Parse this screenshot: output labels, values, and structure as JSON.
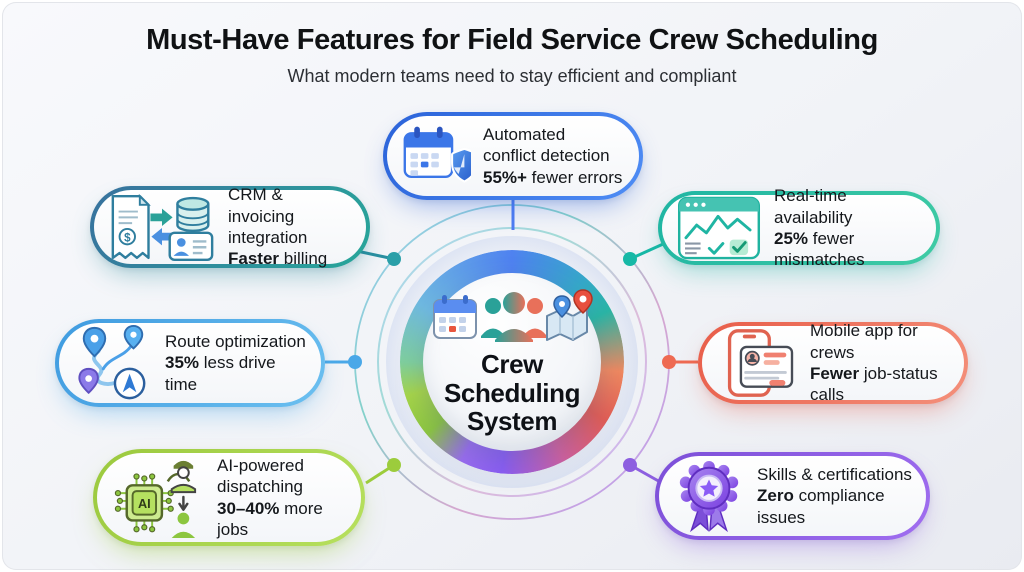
{
  "header": {
    "title": "Must-Have Features for Field Service Crew Scheduling",
    "subtitle": "What modern teams need to stay efficient and compliant"
  },
  "center": {
    "lines": [
      "Crew",
      "Scheduling",
      "System"
    ],
    "icons": [
      "calendar-icon",
      "crew-people-icon",
      "map-pins-icon"
    ]
  },
  "features": [
    {
      "id": "automated-conflict-detection",
      "icon": "calendar-shield-icon",
      "accent": "#2b63d9",
      "lines": [
        "Automated",
        "conflict detection"
      ],
      "stat_bold": "55%+",
      "stat_rest": " fewer errors"
    },
    {
      "id": "crm-invoicing-integration",
      "icon": "invoice-sync-icon",
      "accent": "#2f7e9e",
      "lines": [
        "CRM & invoicing",
        "integration"
      ],
      "stat_bold": "Faster",
      "stat_rest": " billing"
    },
    {
      "id": "real-time-availability",
      "icon": "availability-chart-icon",
      "accent": "#1fb5a3",
      "lines": [
        "Real-time availability"
      ],
      "stat_bold": "25%",
      "stat_rest": " fewer mismatches"
    },
    {
      "id": "route-optimization",
      "icon": "route-map-icon",
      "accent": "#4aa8e8",
      "lines": [
        "Route optimization"
      ],
      "stat_bold": "35%",
      "stat_rest": " less drive time"
    },
    {
      "id": "mobile-app-for-crews",
      "icon": "mobile-app-icon",
      "accent": "#e8614d",
      "lines": [
        "Mobile app for crews"
      ],
      "stat_bold": "Fewer",
      "stat_rest": " job-status calls"
    },
    {
      "id": "ai-powered-dispatching",
      "icon": "ai-chip-dispatch-icon",
      "accent": "#9ccc3c",
      "lines": [
        "AI-powered",
        "dispatching"
      ],
      "stat_bold": "30–40%",
      "stat_rest": " more jobs"
    },
    {
      "id": "skills-certifications",
      "icon": "certification-badge-icon",
      "accent": "#8d5fe0",
      "lines": [
        "Skills & certifications"
      ],
      "stat_bold": "Zero",
      "stat_rest": " compliance issues"
    }
  ]
}
